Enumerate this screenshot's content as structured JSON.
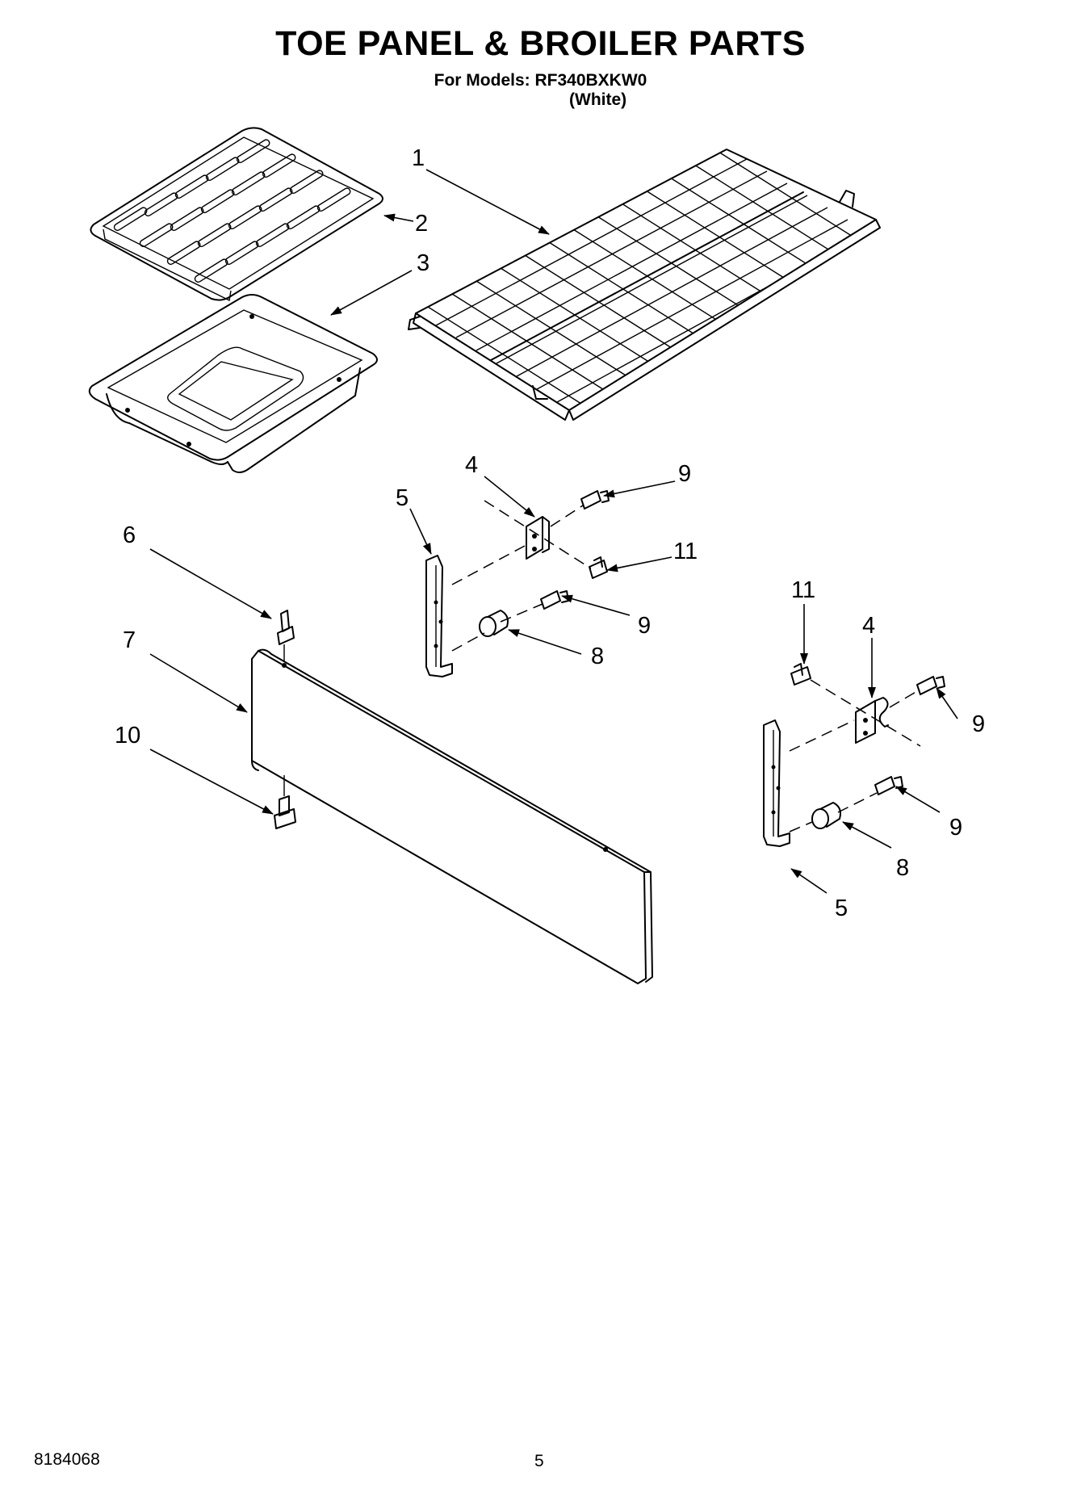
{
  "header": {
    "title": "TOE PANEL & BROILER PARTS",
    "models": "For Models: RF340BXKW0",
    "color": "(White)"
  },
  "footer": {
    "doc_number": "8184068",
    "page_number": "5"
  },
  "callouts": {
    "c1": "1",
    "c2": "2",
    "c3": "3",
    "c4a": "4",
    "c9a": "9",
    "c5a": "5",
    "c11a": "11",
    "c6": "6",
    "c9b": "9",
    "c7": "7",
    "c8a": "8",
    "c11b": "11",
    "c4b": "4",
    "c10": "10",
    "c9c": "9",
    "c9d": "9",
    "c8b": "8",
    "c5b": "5"
  }
}
